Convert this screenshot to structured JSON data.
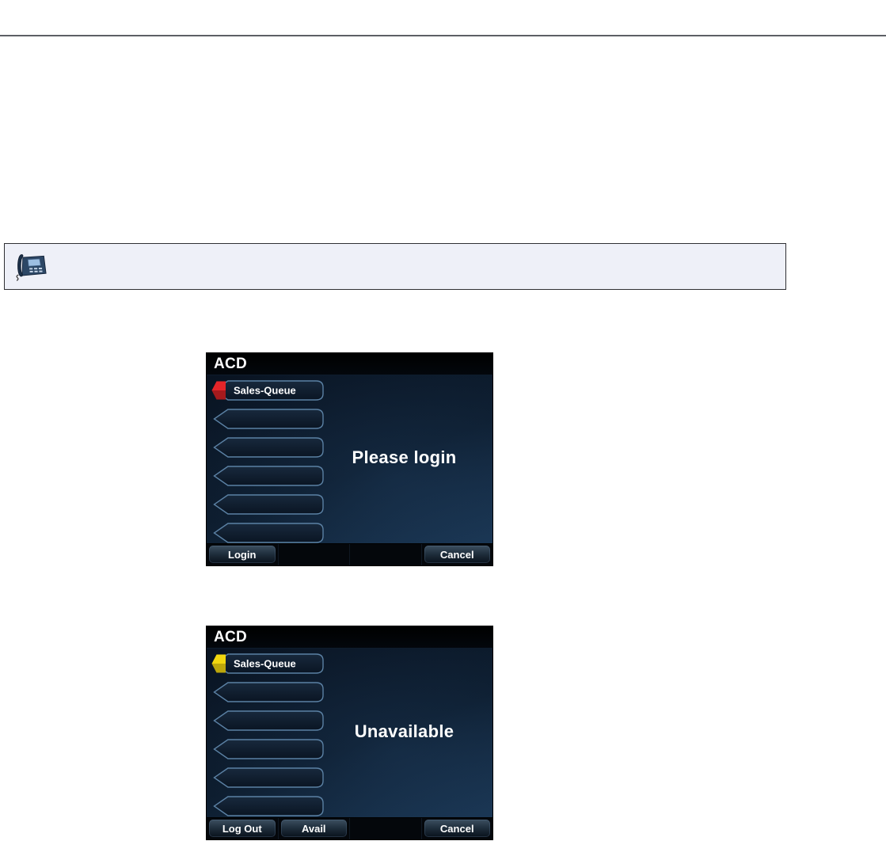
{
  "note": {
    "icon": "phone-icon"
  },
  "screens": [
    {
      "title": "ACD",
      "queue": {
        "label": "Sales-Queue",
        "marker_color": "#e42529"
      },
      "status": "Please login",
      "softkeys": {
        "key1": "Login",
        "key2": "",
        "key3": "",
        "key4": "Cancel"
      }
    },
    {
      "title": "ACD",
      "queue": {
        "label": "Sales-Queue",
        "marker_color": "#f2d70f"
      },
      "status": "Unavailable",
      "softkeys": {
        "key1": "Log Out",
        "key2": "Avail",
        "key3": "",
        "key4": "Cancel"
      }
    }
  ],
  "colors": {
    "screen_background": "#0c1b2c",
    "softkey_bar": "#04070b",
    "note_background": "#eef0f8"
  }
}
